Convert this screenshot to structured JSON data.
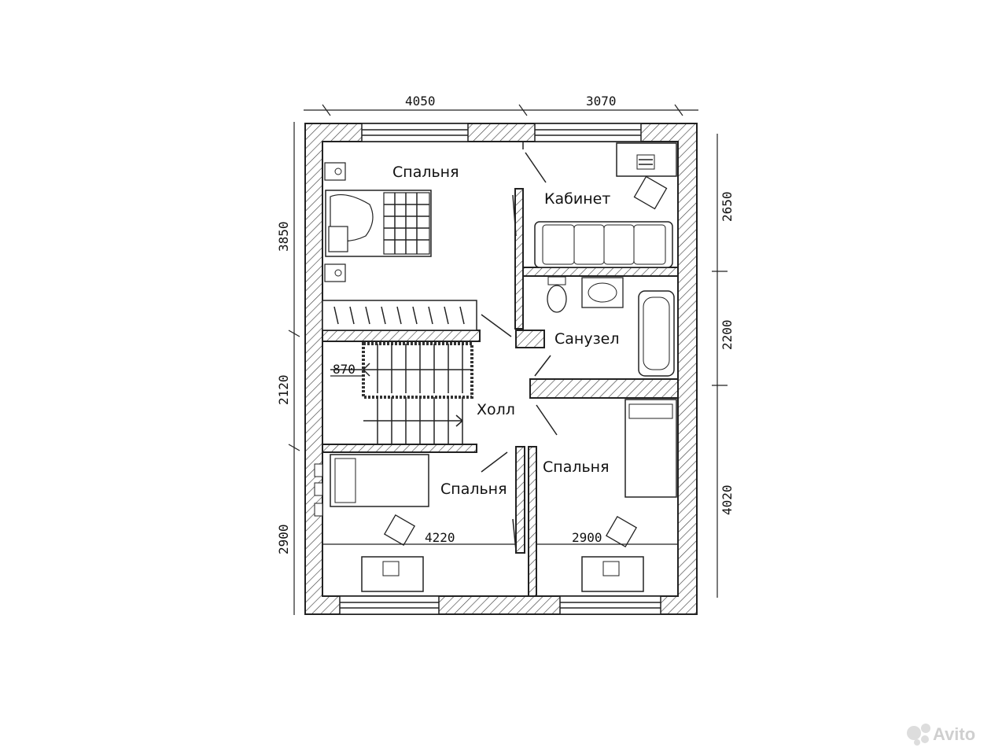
{
  "rooms": {
    "bedroom_top": "Спальня",
    "office": "Кабинет",
    "bathroom": "Санузел",
    "hall": "Холл",
    "bedroom_bottom_right": "Спальня",
    "bedroom_bottom_left": "Спальня"
  },
  "dimensions": {
    "top_left": "4050",
    "top_right": "3070",
    "left_top": "3850",
    "left_middle": "2120",
    "left_bottom": "2900",
    "right_top": "2650",
    "right_middle": "2200",
    "right_bottom": "4020",
    "stair_width": "870",
    "bottom_left_inner": "4220",
    "bottom_right_inner": "2900"
  },
  "watermark": "Avito"
}
